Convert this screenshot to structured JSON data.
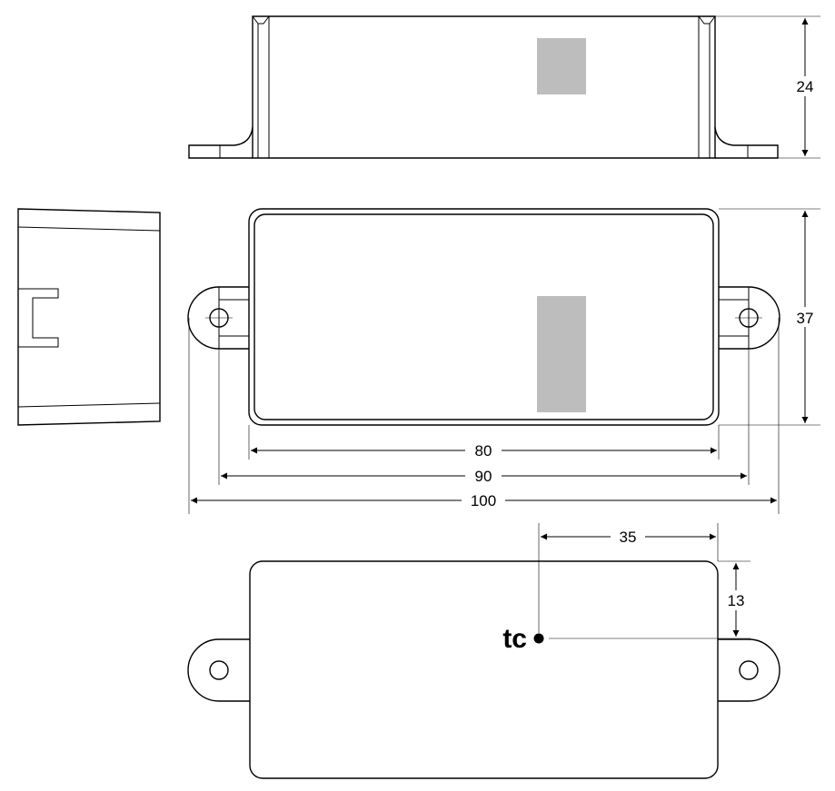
{
  "dimensions": {
    "inner_length": "80",
    "hole_spacing": "90",
    "overall_length": "100",
    "height": "24",
    "width": "37",
    "tc_offset_x": "35",
    "tc_offset_y": "13"
  },
  "tc_label": "tc",
  "colors": {
    "line": "#000000",
    "label_area": "#bdbdbd",
    "background": "#ffffff"
  }
}
